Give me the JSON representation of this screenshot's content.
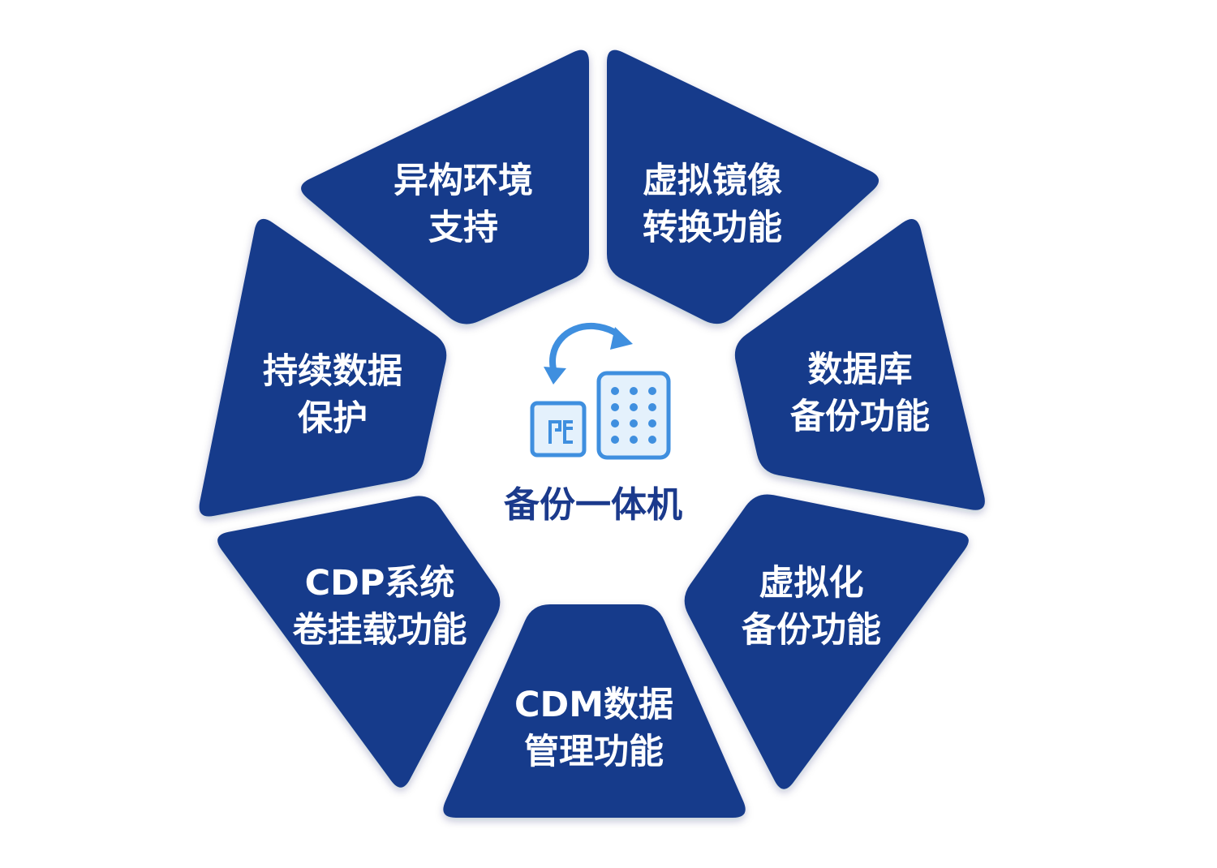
{
  "diagram": {
    "center": {
      "label": "备份一体机",
      "icon": "backup-appliance-icon"
    },
    "segments": [
      {
        "id": "top-left",
        "lines": [
          "异构环境",
          "支持"
        ]
      },
      {
        "id": "top-right",
        "lines": [
          "虚拟镜像",
          "转换功能"
        ]
      },
      {
        "id": "right",
        "lines": [
          "数据库",
          "备份功能"
        ]
      },
      {
        "id": "bottom-right",
        "lines": [
          "虚拟化",
          "备份功能"
        ]
      },
      {
        "id": "bottom",
        "lines": [
          "CDM数据",
          "管理功能"
        ]
      },
      {
        "id": "bottom-left",
        "lines": [
          "CDP系统",
          "卷挂载功能"
        ]
      },
      {
        "id": "left",
        "lines": [
          "持续数据",
          "保护"
        ]
      }
    ],
    "colors": {
      "segment": "#173a8b",
      "center_text": "#1b3a8c",
      "icon_blue": "#3f8fdf",
      "icon_light": "#e4f1fc",
      "background": "#ffffff"
    }
  }
}
